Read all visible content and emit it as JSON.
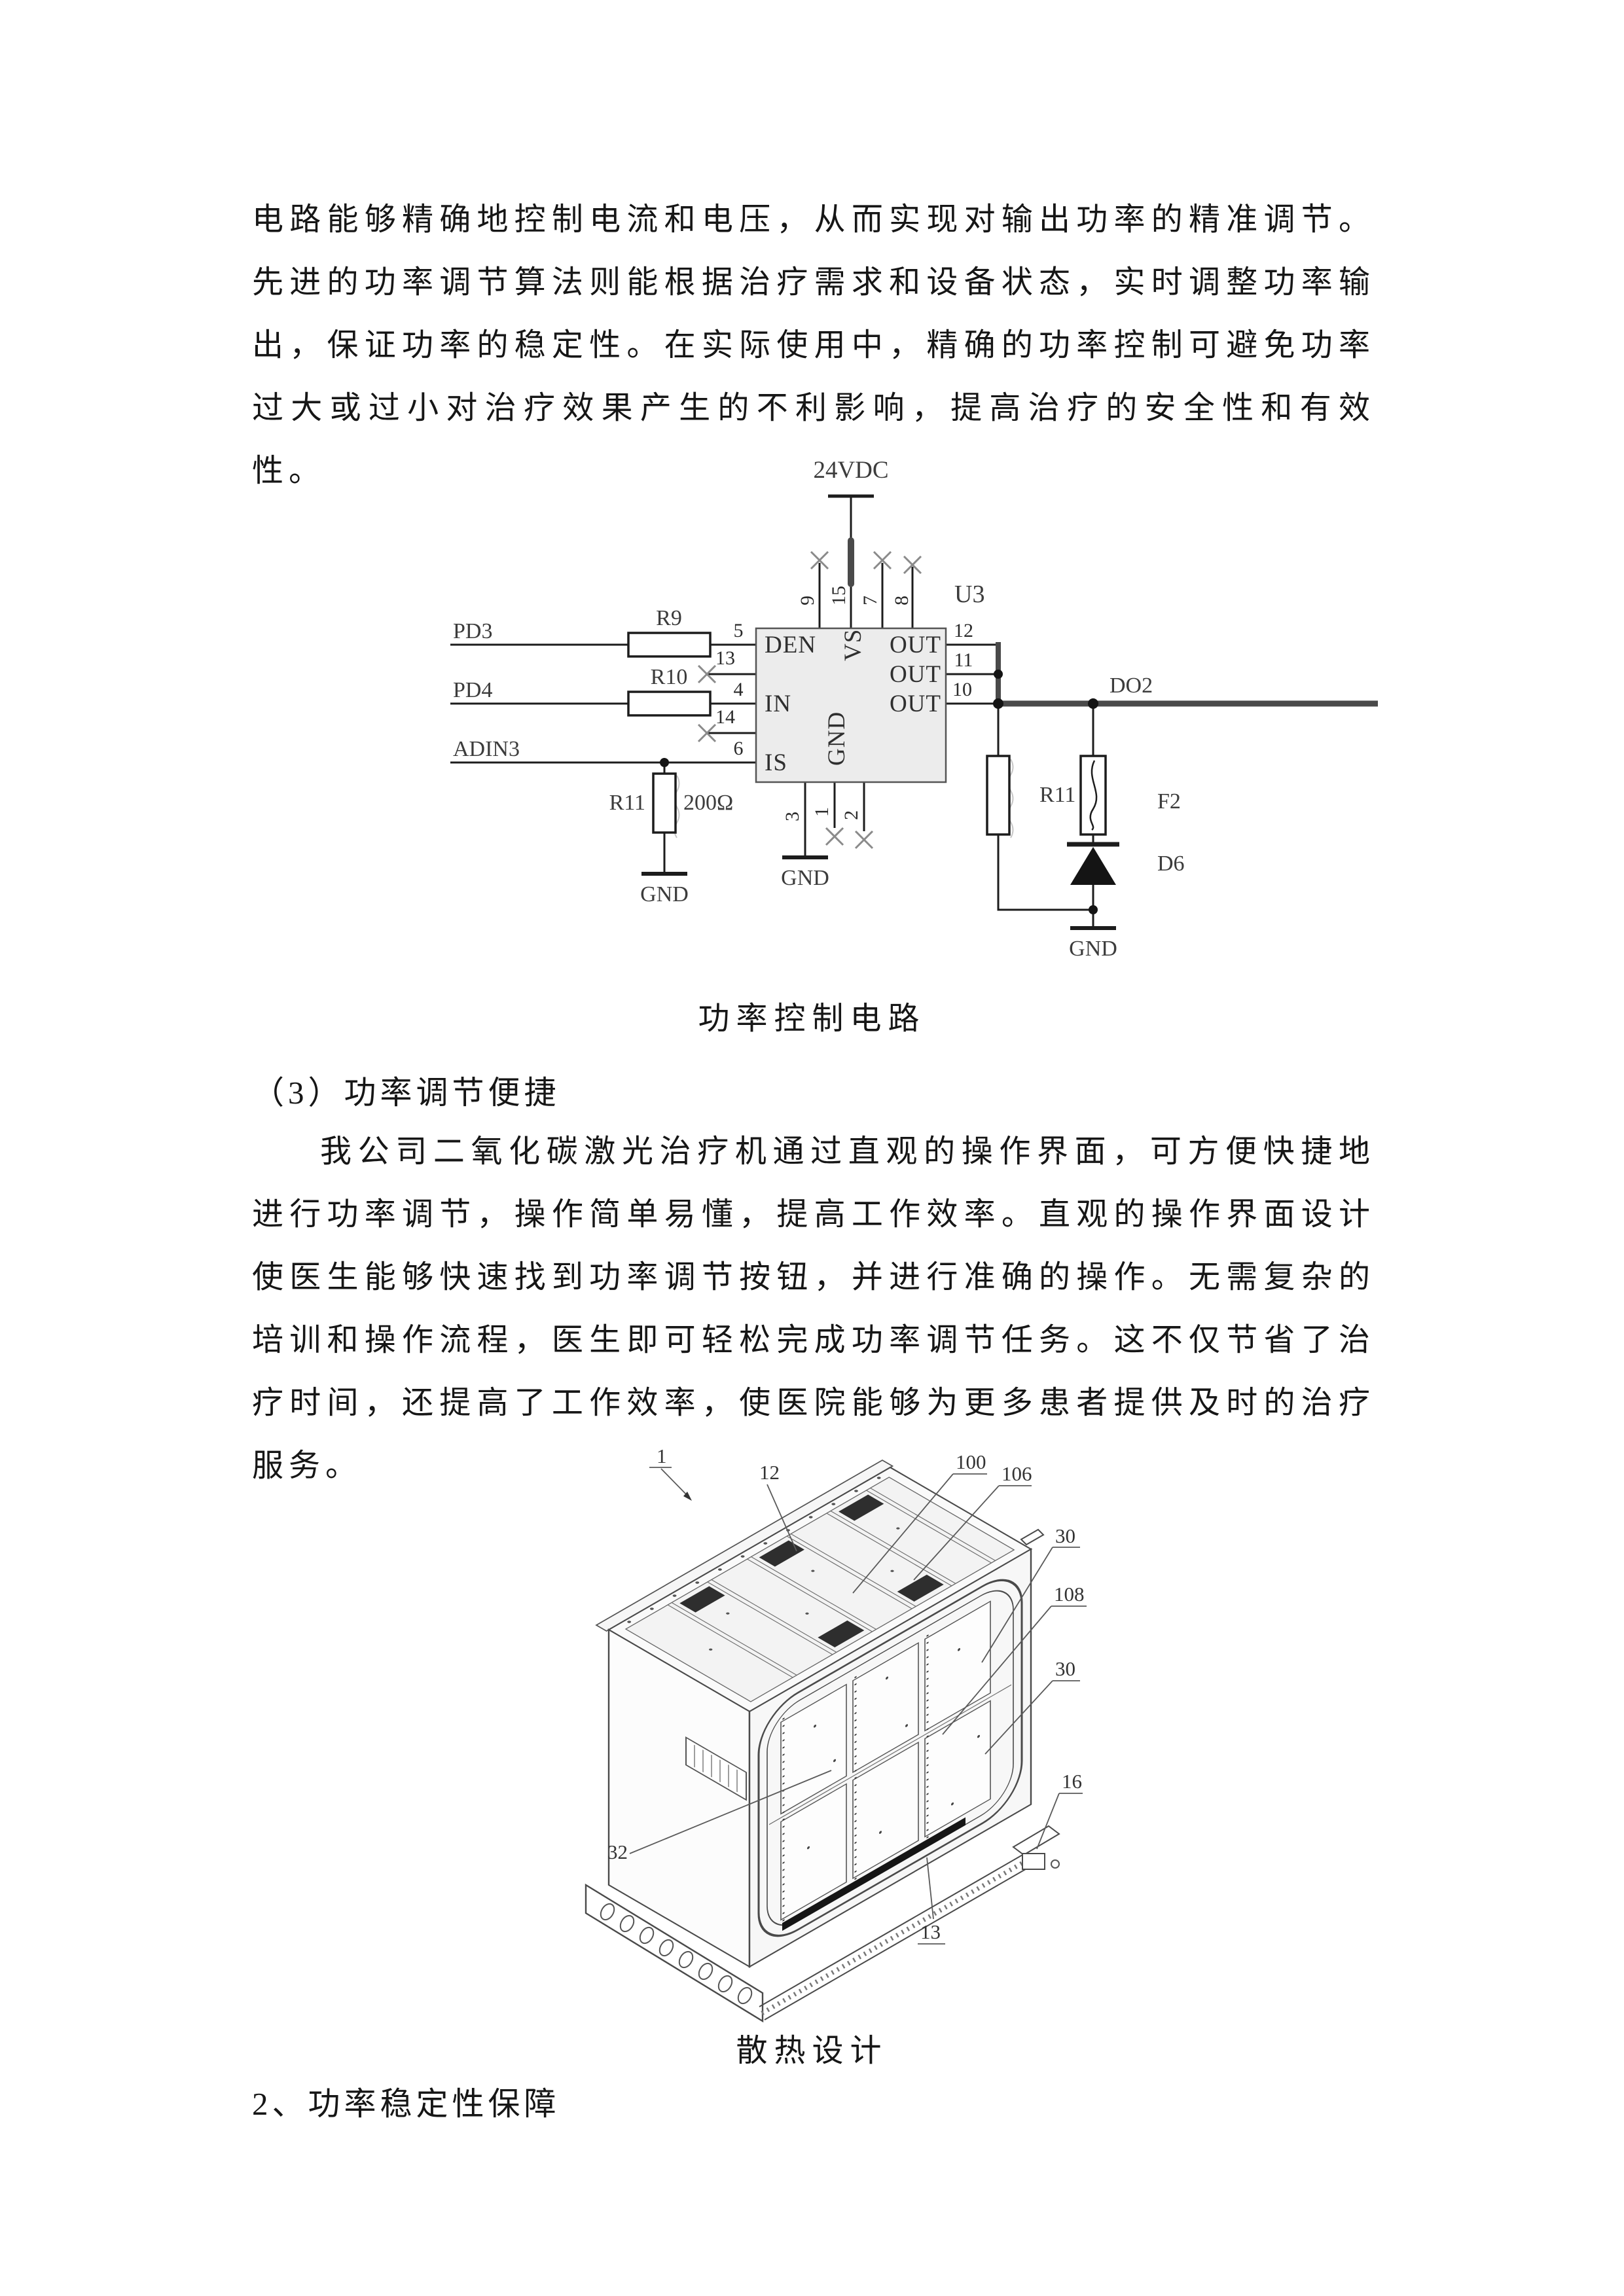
{
  "page": {
    "paragraph_top": "电路能够精确地控制电流和电压，从而实现对输出功率的精准调节。先进的功率调节算法则能根据治疗需求和设备状态，实时调整功率输出，保证功率的稳定性。在实际使用中，精确的功率控制可避免功率过大或过小对治疗效果产生的不利影响，提高治疗的安全性和有效性。",
    "section3_heading": "（3）功率调节便捷",
    "section3_paragraph": "我公司二氧化碳激光治疗机通过直观的操作界面，可方便快捷地进行功率调节，操作简单易懂，提高工作效率。直观的操作界面设计使医生能够快速找到功率调节按钮，并进行准确的操作。无需复杂的培训和操作流程，医生即可轻松完成功率调节任务。这不仅节省了治疗时间，还提高了工作效率，使医院能够为更多患者提供及时的治疗服务。",
    "section2_heading": "2、功率稳定性保障"
  },
  "figure1": {
    "caption": "功率控制电路",
    "supply": "24VDC",
    "ic": "U3",
    "net_pd3": "PD3",
    "net_pd4": "PD4",
    "net_adin3": "ADIN3",
    "net_do2": "DO2",
    "net_gnd": "GND",
    "pin_den": "DEN",
    "pin_in": "IN",
    "pin_is": "IS",
    "pin_vs": "VS",
    "pin_gnd": "GND",
    "pin_out": "OUT",
    "num5": "5",
    "num13": "13",
    "num4": "4",
    "num14": "14",
    "num6": "6",
    "num9": "9",
    "num15": "15",
    "num7": "7",
    "num8": "8",
    "num12": "12",
    "num11": "11",
    "num10": "10",
    "num3": "3",
    "num1": "1",
    "num2": "2",
    "r9": "R9",
    "r10": "R10",
    "r11": "R11",
    "r11_value": "200Ω",
    "f2": "F2",
    "d6": "D6"
  },
  "figure2": {
    "caption": "散热设计",
    "ref_labels": [
      "1",
      "12",
      "100",
      "106",
      "30",
      "108",
      "30",
      "16",
      "32",
      "13"
    ]
  }
}
